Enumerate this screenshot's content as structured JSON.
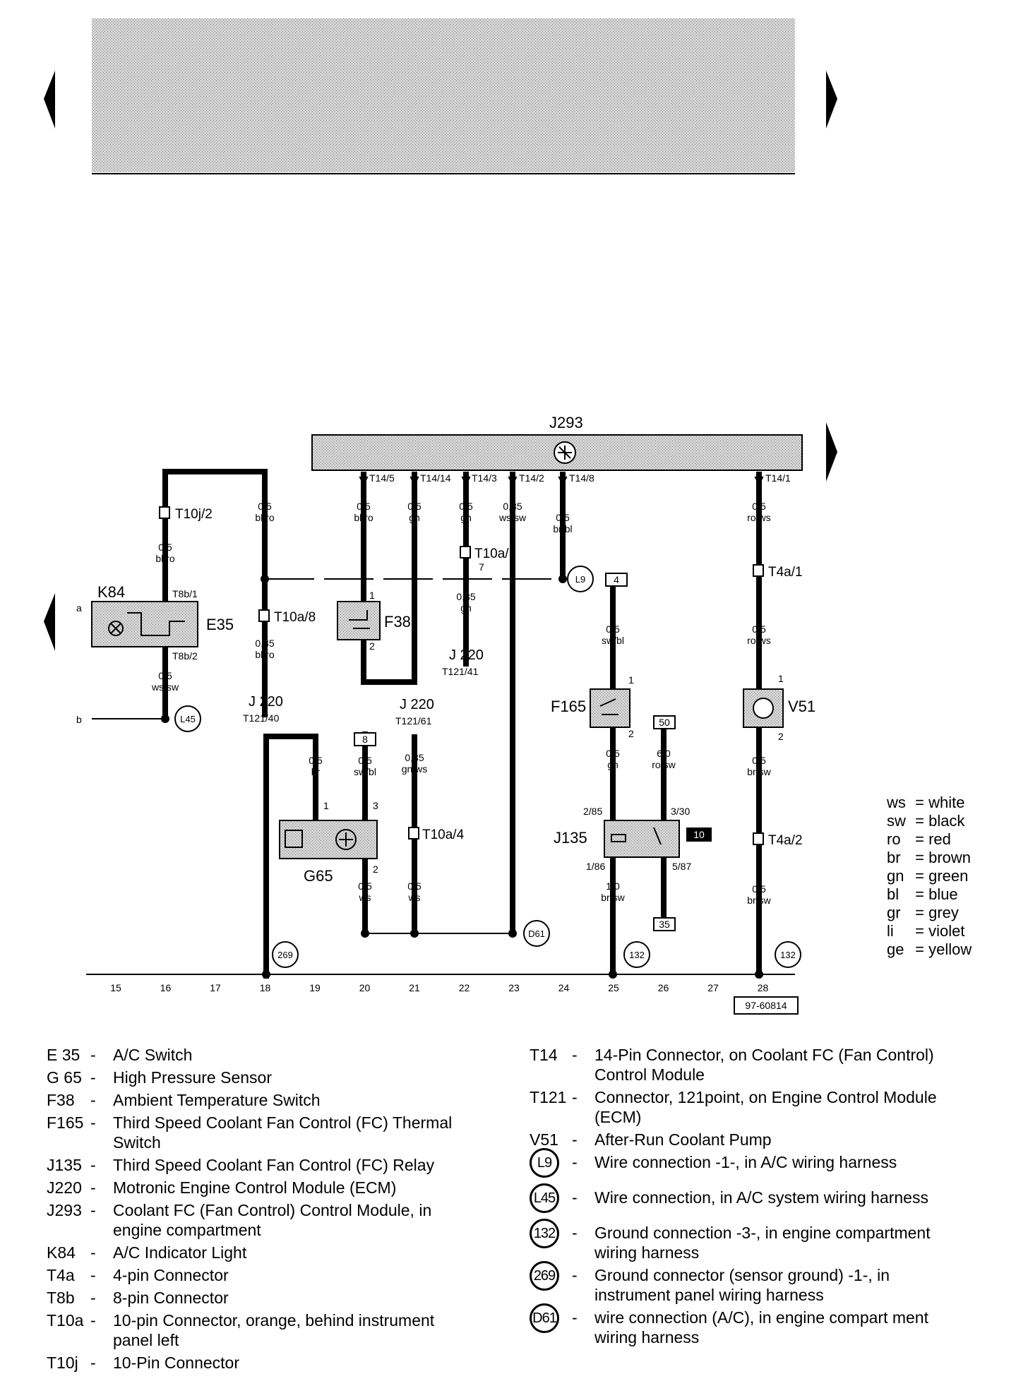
{
  "diagram": {
    "title_module": "J293",
    "diagram_id": "97-60814",
    "grid_numbers": [
      "15",
      "16",
      "17",
      "18",
      "19",
      "20",
      "21",
      "22",
      "23",
      "24",
      "25",
      "26",
      "27",
      "28"
    ],
    "side_labels": {
      "a": "a",
      "b": "b"
    },
    "components": {
      "K84": "K84",
      "E35": "E35",
      "F38": "F38",
      "F165": "F165",
      "V51": "V51",
      "G65": "G65",
      "J135": "J135"
    },
    "connectors": {
      "T14_5": "T14/5",
      "T14_14": "T14/14",
      "T14_3": "T14/3",
      "T14_2": "T14/2",
      "T14_8": "T14/8",
      "T14_1": "T14/1",
      "T10j_2": "T10j/2",
      "T8b_1": "T8b/1",
      "T8b_2": "T8b/2",
      "T10a_8": "T10a/8",
      "T10a_7a": "T10a/",
      "T10a_7b": "7",
      "T10a_4": "T10a/4",
      "T4a_1": "T4a/1",
      "T4a_2": "T4a/2"
    },
    "ecm_refs": [
      {
        "j": "J 220",
        "t": "T121/40"
      },
      {
        "j": "J 220",
        "t": "T121/41"
      },
      {
        "j": "J 220",
        "t": "T121/61"
      }
    ],
    "wires": {
      "w1": [
        "0,5",
        "bl/ro"
      ],
      "w2": [
        "0,5",
        "bl/ro"
      ],
      "w3": [
        "0,5",
        "bl/ro"
      ],
      "w4": [
        "0,5",
        "gn"
      ],
      "w5": [
        "0,5",
        "gn"
      ],
      "w6": [
        "0,35",
        "ws/sw"
      ],
      "w7": [
        "0,5",
        "br/bl"
      ],
      "w8": [
        "0,5",
        "ro/ws"
      ],
      "w9": [
        "0,35",
        "gn"
      ],
      "w10": [
        "0,5",
        "ws/sw"
      ],
      "w11": [
        "0,35",
        "bl/ro"
      ],
      "w12": [
        "0,5",
        "sw/bl"
      ],
      "w13": [
        "0,5",
        "ro/ws"
      ],
      "w14": [
        "0,5",
        "br"
      ],
      "w15": [
        "0,5",
        "sw/bl"
      ],
      "w16": [
        "0,35",
        "gn/ws"
      ],
      "w17": [
        "0,5",
        "gn"
      ],
      "w18": [
        "6,0",
        "ro/sw"
      ],
      "w19": [
        "0,5",
        "br/sw"
      ],
      "w20": [
        "0,5",
        "ws"
      ],
      "w21": [
        "0,5",
        "ws"
      ],
      "w22": [
        "1,0",
        "br/sw"
      ],
      "w23": [
        "0,5",
        "br/sw"
      ]
    },
    "pins": {
      "f38_1": "1",
      "f38_2": "2",
      "f165_1": "1",
      "f165_2": "2",
      "v51_1": "1",
      "v51_2": "2",
      "g65_1": "1",
      "g65_3": "3",
      "g65_2": "2",
      "j135_285": "2/85",
      "j135_330": "3/30",
      "j135_186": "1/86",
      "j135_587": "5/87"
    },
    "refboxes": {
      "b4": "4",
      "b8": "8",
      "b50": "50",
      "b35": "35",
      "b10": "10"
    },
    "circles": {
      "L9": "L9",
      "L45": "L45",
      "D61": "D61",
      "g269": "269",
      "g132a": "132",
      "g132b": "132"
    }
  },
  "color_codes": [
    {
      "code": "ws",
      "name": "white"
    },
    {
      "code": "sw",
      "name": "black"
    },
    {
      "code": "ro",
      "name": "red"
    },
    {
      "code": "br",
      "name": "brown"
    },
    {
      "code": "gn",
      "name": "green"
    },
    {
      "code": "bl",
      "name": "blue"
    },
    {
      "code": "gr",
      "name": "grey"
    },
    {
      "code": "li",
      "name": "violet"
    },
    {
      "code": "ge",
      "name": "yellow"
    }
  ],
  "legend_left": [
    {
      "code": "E 35",
      "desc": "A/C Switch"
    },
    {
      "code": "G 65",
      "desc": "High Pressure Sensor"
    },
    {
      "code": "F38",
      "desc": "Ambient Temperature Switch"
    },
    {
      "code": "F165",
      "desc": "Third Speed Coolant Fan Control (FC) Thermal",
      "desc2": "Switch"
    },
    {
      "code": "J135",
      "desc": "Third Speed Coolant Fan Control (FC) Relay"
    },
    {
      "code": "J220",
      "desc": "Motronic Engine Control Module (ECM)"
    },
    {
      "code": "J293",
      "desc": "Coolant FC (Fan Control) Control Module, in",
      "desc2": "engine compartment"
    },
    {
      "code": "K84",
      "desc": "A/C Indicator Light"
    },
    {
      "code": "T4a",
      "desc": "4-pin Connector"
    },
    {
      "code": "T8b",
      "desc": "8-pin Connector"
    },
    {
      "code": "T10a",
      "desc": "10-pin Connector, orange, behind instrument",
      "desc2": "panel left"
    },
    {
      "code": "T10j",
      "desc": "10-Pin Connector"
    }
  ],
  "legend_right": [
    {
      "code": "T14",
      "desc": "14-Pin Connector, on Coolant FC (Fan Control)",
      "desc2": "Control Module"
    },
    {
      "code": "T121",
      "desc": "Connector, 121point, on Engine Control Module",
      "desc2": "(ECM)"
    },
    {
      "code": "V51",
      "desc": "After-Run Coolant Pump"
    },
    {
      "code": "L9",
      "desc": "Wire connection -1-, in A/C wiring harness"
    },
    {
      "code": "L45",
      "desc": "Wire connection, in A/C system wiring harness"
    },
    {
      "code": "132",
      "desc": "Ground connection -3-, in engine compartment",
      "desc2": "wiring harness"
    },
    {
      "code": "269",
      "desc": "Ground connector (sensor ground) -1-, in",
      "desc2": "instrument panel wiring harness"
    },
    {
      "code": "D61",
      "desc": "wire connection (A/C), in engine compart ment",
      "desc2": "wiring harness"
    }
  ]
}
